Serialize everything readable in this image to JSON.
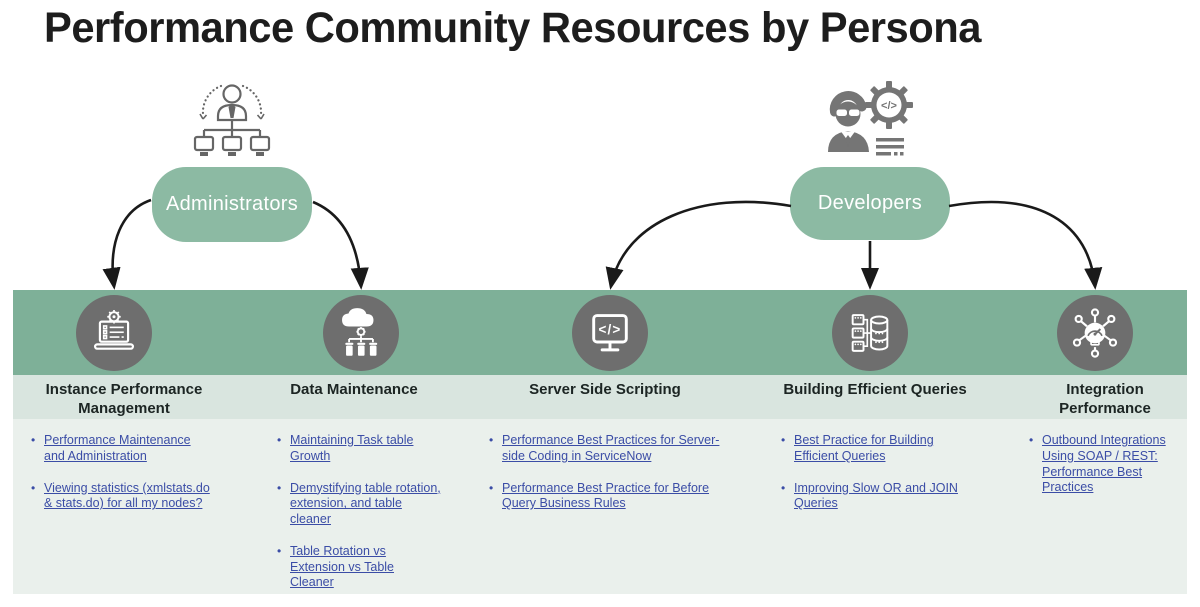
{
  "title": "Performance Community Resources by Persona",
  "personas": [
    {
      "label": "Administrators",
      "icon": "org-chart-person-icon"
    },
    {
      "label": "Developers",
      "icon": "developer-code-gear-icon"
    }
  ],
  "columns": [
    {
      "header": "Instance Performance Management",
      "icon": "laptop-gear-icon",
      "links": [
        "Performance Maintenance and Administration",
        "Viewing statistics (xmlstats.do & stats.do) for all my nodes?"
      ]
    },
    {
      "header": "Data Maintenance",
      "icon": "cloud-database-icon",
      "links": [
        "Maintaining Task table Growth",
        "Demystifying table rotation, extension, and table cleaner",
        "Table Rotation vs Extension vs Table Cleaner"
      ]
    },
    {
      "header": "Server Side Scripting",
      "icon": "code-monitor-icon",
      "links": [
        "Performance Best Practices for Server-side Coding in ServiceNow",
        "Performance Best Practice for Before Query Business Rules"
      ]
    },
    {
      "header": "Building Efficient Queries",
      "icon": "database-query-icon",
      "links": [
        "Best Practice for Building Efficient Queries",
        "Improving Slow OR and JOIN Queries"
      ]
    },
    {
      "header": "Integration Performance",
      "icon": "integration-hub-icon",
      "links": [
        "Outbound Integrations Using SOAP / REST: Performance Best Practices"
      ]
    }
  ],
  "icons": {
    "code_glyph": "</>"
  },
  "colors": {
    "pill_green": "#8cbaa3",
    "band_green": "#7eb098",
    "header_strip": "#d9e5df",
    "links_panel": "#eaf0ec",
    "circle_gray": "#6e6e6e",
    "persona_icon_gray": "#6b6b6b",
    "link_blue": "#3b4da6",
    "arrow_black": "#1a1a1a",
    "title_text": "#1d1d1d"
  }
}
